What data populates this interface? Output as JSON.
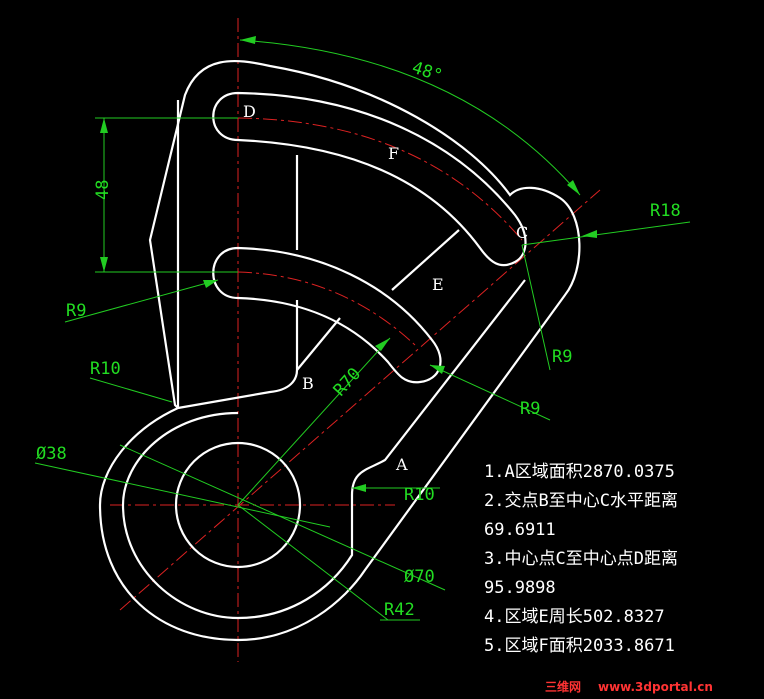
{
  "colors": {
    "background": "#000000",
    "outline": "#ffffff",
    "center_line": "#dd2222",
    "dimension": "#22dd22",
    "watermark": "#ff3333"
  },
  "dimensions": {
    "angle": "48°",
    "vertical": "48",
    "r18": "R18",
    "r9_left": "R9",
    "r9_right": "R9",
    "r9_lower": "R9",
    "r10_left": "R10",
    "r10_right": "R10",
    "r70": "R70",
    "d38": "Ø38",
    "d70": "Ø70",
    "r42": "R42"
  },
  "points": {
    "a": "A",
    "b": "B",
    "c": "C",
    "d": "D",
    "e": "E",
    "f": "F"
  },
  "notes": [
    "1.A区域面积2870.0375",
    "2.交点B至中心C水平距离",
    "69.6911",
    "3.中心点C至中心点D距离",
    "95.9898",
    "4.区域E周长502.8327",
    "5.区域F面积2033.8671"
  ],
  "watermark": {
    "chinese": "三维网",
    "url": "www.3dportal.cn"
  }
}
